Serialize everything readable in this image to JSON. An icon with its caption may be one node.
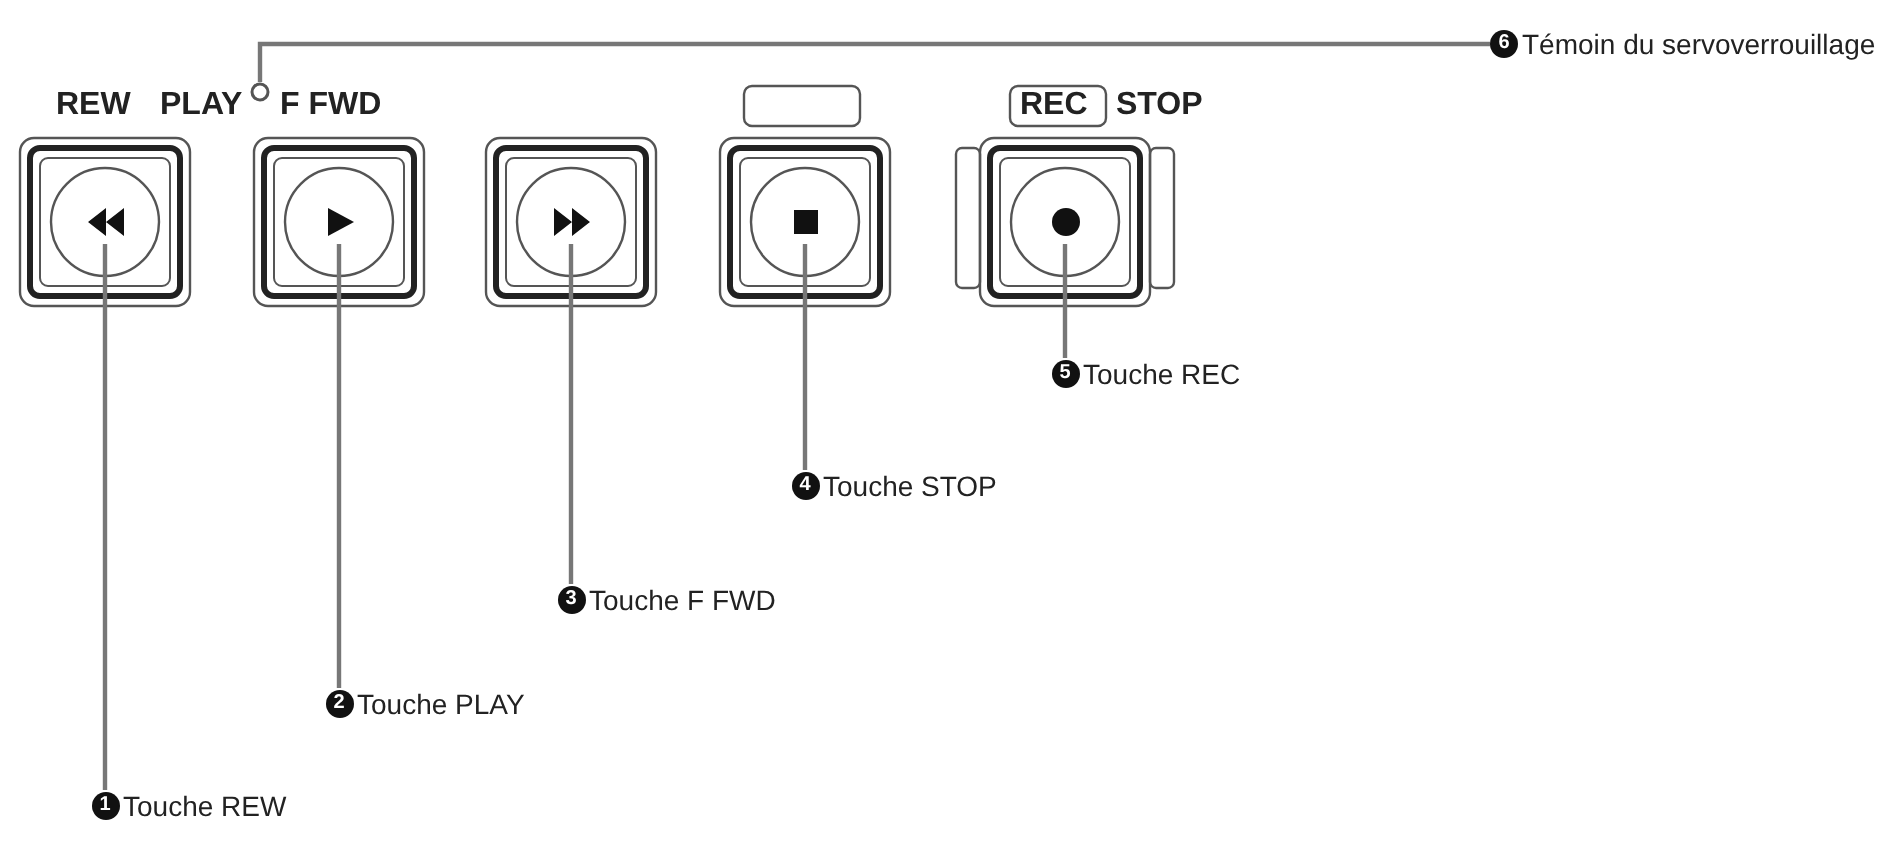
{
  "diagram": {
    "nodes": [
      {
        "text": [],
        "shape": "triangle"
      },
      {
        "text": [],
        "shape": "triangle"
      },
      {
        "text": [],
        "shape": "triangle"
      },
      {
        "text": [],
        "shape": "box"
      },
      {
        "text": [],
        "shape": "circle"
      },
      {
        "text": [],
        "shape": "circle"
      },
      {
        "text": [
          "1",
          "Touche REW"
        ]
      },
      {
        "text": [
          "2",
          "Touche PLAY"
        ]
      },
      {
        "text": [
          "3",
          "Touche F FWD"
        ]
      },
      {
        "text": [
          "4",
          "Touche STOP"
        ]
      },
      {
        "text": [
          "5",
          "Touche REC"
        ]
      },
      {
        "text": [
          "6",
          "Témoin du servoverrouillage"
        ]
      }
    ],
    "edges": [
      {
        "from": 6,
        "to": 0,
        "arrow": "none"
      },
      {
        "from": 7,
        "to": 1,
        "arrow": "none"
      },
      {
        "from": 8,
        "to": 2,
        "arrow": "none"
      },
      {
        "from": 9,
        "to": 3,
        "arrow": "none"
      },
      {
        "from": 10,
        "to": 4,
        "arrow": "none"
      },
      {
        "from": 11,
        "to": 5,
        "arrow": "none"
      }
    ],
    "labels": [
      "REW",
      "PLAY",
      "F FWD",
      "REC",
      "STOP"
    ]
  }
}
